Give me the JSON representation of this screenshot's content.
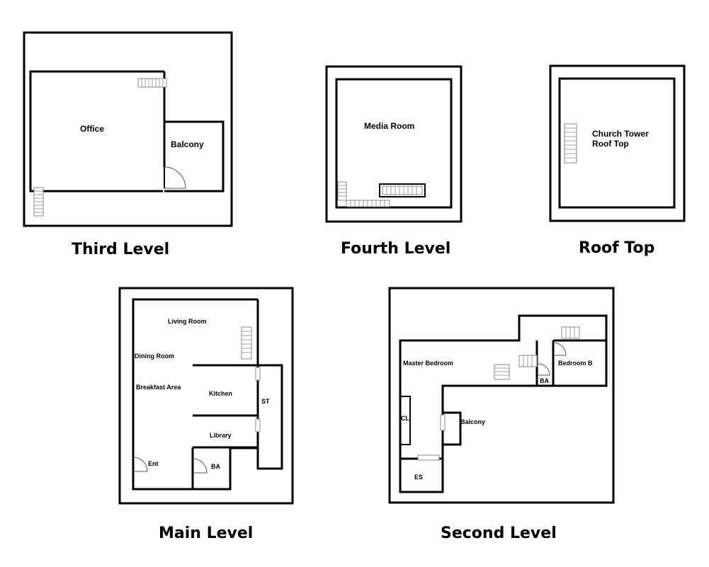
{
  "levels": {
    "third": {
      "title": "Third Level",
      "rooms": {
        "office": "Office",
        "balcony": "Balcony"
      }
    },
    "fourth": {
      "title": "Fourth Level",
      "rooms": {
        "media_room": "Media Room"
      }
    },
    "roof": {
      "title": "Roof Top",
      "rooms": {
        "tower_line1": "Church Tower",
        "tower_line2": "Roof Top"
      }
    },
    "main": {
      "title": "Main Level",
      "rooms": {
        "living_room": "Living Room",
        "dining_room": "Dining Room",
        "breakfast_area": "Breakfast Area",
        "kitchen": "Kitchen",
        "st": "ST",
        "library": "Library",
        "ent": "Ent",
        "ba": "BA"
      }
    },
    "second": {
      "title": "Second Level",
      "rooms": {
        "master_bedroom": "Master Bedroom",
        "bedroom_b": "Bedroom B",
        "ba": "BA",
        "cl": "CL",
        "balcony": "Balcony",
        "es": "ES"
      }
    }
  }
}
